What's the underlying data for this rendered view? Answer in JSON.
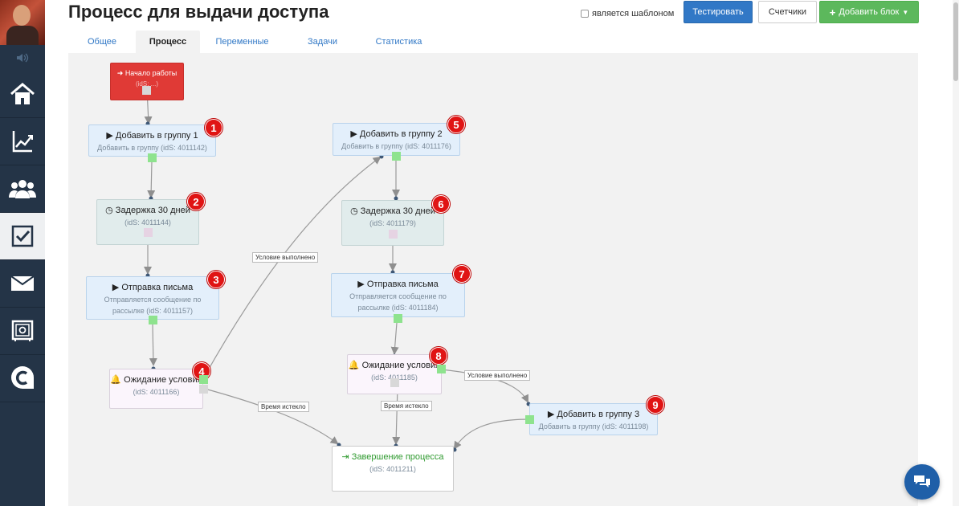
{
  "header": {
    "title": "Процесс для выдачи доступа",
    "template_label": "является шаблоном",
    "test_button": "Тестировать",
    "counters_button": "Счетчики",
    "add_block_button": "Добавить блок"
  },
  "tabs": [
    "Общее",
    "Процесс",
    "Переменные",
    "Задачи",
    "Статистика"
  ],
  "sidebar": {
    "icons": [
      "home-icon",
      "chart-icon",
      "users-icon",
      "tasks-icon",
      "mail-icon",
      "safe-icon",
      "brand-icon"
    ]
  },
  "nodes": {
    "start": {
      "title": "Начало работы",
      "sub": "(idS: ...)"
    },
    "n1": {
      "title": "Добавить в группу 1",
      "sub": "Добавить в группу (idS: 4011142)",
      "badge": "1"
    },
    "n2": {
      "title": "Задержка 30 дней",
      "sub": "(idS: 4011144)",
      "badge": "2"
    },
    "n3": {
      "title": "Отправка письма",
      "sub": "Отправляется сообщение по рассылке (idS: 4011157)",
      "badge": "3"
    },
    "n4": {
      "title": "Ожидание условия",
      "sub": "(idS: 4011166)",
      "badge": "4"
    },
    "n5": {
      "title": "Добавить в группу 2",
      "sub": "Добавить в группу (idS: 4011176)",
      "badge": "5"
    },
    "n6": {
      "title": "Задержка 30 дней",
      "sub": "(idS: 4011179)",
      "badge": "6"
    },
    "n7": {
      "title": "Отправка письма",
      "sub": "Отправляется сообщение по рассылке (idS: 4011184)",
      "badge": "7"
    },
    "n8": {
      "title": "Ожидание условия",
      "sub": "(idS: 4011185)",
      "badge": "8"
    },
    "n9": {
      "title": "Добавить в группу 3",
      "sub": "Добавить в группу (idS: 4011198)",
      "badge": "9"
    },
    "end": {
      "title": "Завершение процесса",
      "sub": "(idS: 4011211)"
    }
  },
  "edge_labels": {
    "cond_ok": "Условие выполнено",
    "timeout": "Время истекло"
  },
  "colors": {
    "primary": "#3178c6",
    "success": "#5cb85c",
    "start_block": "#e03a36",
    "badge": "#e01414",
    "sidebar": "#243447"
  }
}
